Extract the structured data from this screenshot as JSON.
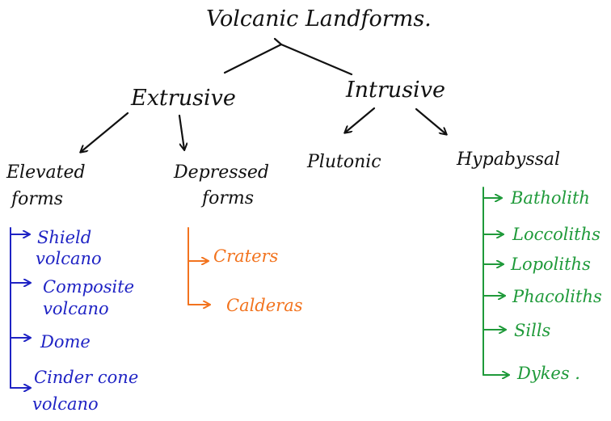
{
  "diagram": {
    "title": "Volcanic Landforms.",
    "extrusive": "Extrusive",
    "intrusive": "Intrusive",
    "elevated": [
      "Elevated",
      "forms"
    ],
    "depressed": [
      "Depressed",
      "forms"
    ],
    "plutonic": "Plutonic",
    "hypabyssal": "Hypabyssal",
    "elevated_items": [
      [
        "Shield",
        "volcano"
      ],
      [
        "Composite",
        "volcano"
      ],
      [
        "Dome"
      ],
      [
        "Cinder cone",
        "volcano"
      ]
    ],
    "depressed_items": [
      "Craters",
      "Calderas"
    ],
    "hypabyssal_items": [
      "Batholith",
      "Loccoliths",
      "Lopoliths",
      "Phacoliths",
      "Sills",
      "Dykes ."
    ]
  },
  "colors": {
    "ink": "#111111",
    "elevated": "#1f23c4",
    "depressed": "#f2731e",
    "hypabyssal": "#1f9a3a"
  }
}
